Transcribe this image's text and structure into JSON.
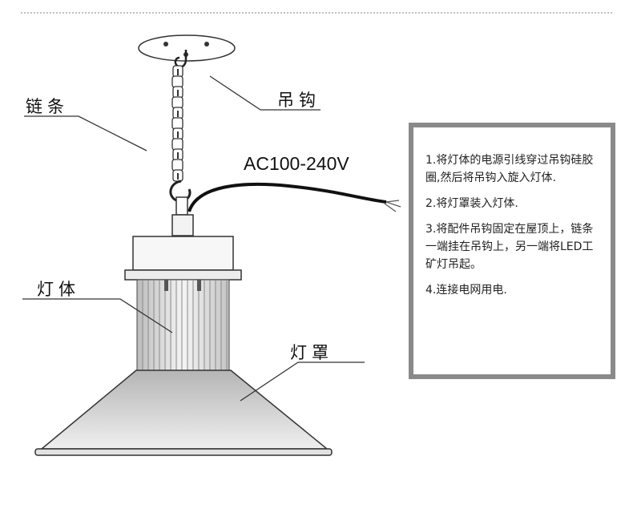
{
  "labels": {
    "chain": "链条",
    "hook": "吊钩",
    "body": "灯体",
    "shade": "灯罩",
    "voltage": "AC100-240V"
  },
  "instructions": [
    "1.将灯体的电源引线穿过吊钩硅胶圈,然后将吊钩入旋入灯体.",
    "2.将灯罩装入灯体.",
    "3.将配件吊钩固定在屋顶上，链条一端挂在吊钩上，另一端将LED工矿灯吊起。",
    "4.连接电网用电."
  ],
  "colors": {
    "stroke": "#333333",
    "box_border": "#8a8a8a",
    "shade_fill_top": "#b8b8b8",
    "shade_fill_bottom": "#ececec"
  }
}
